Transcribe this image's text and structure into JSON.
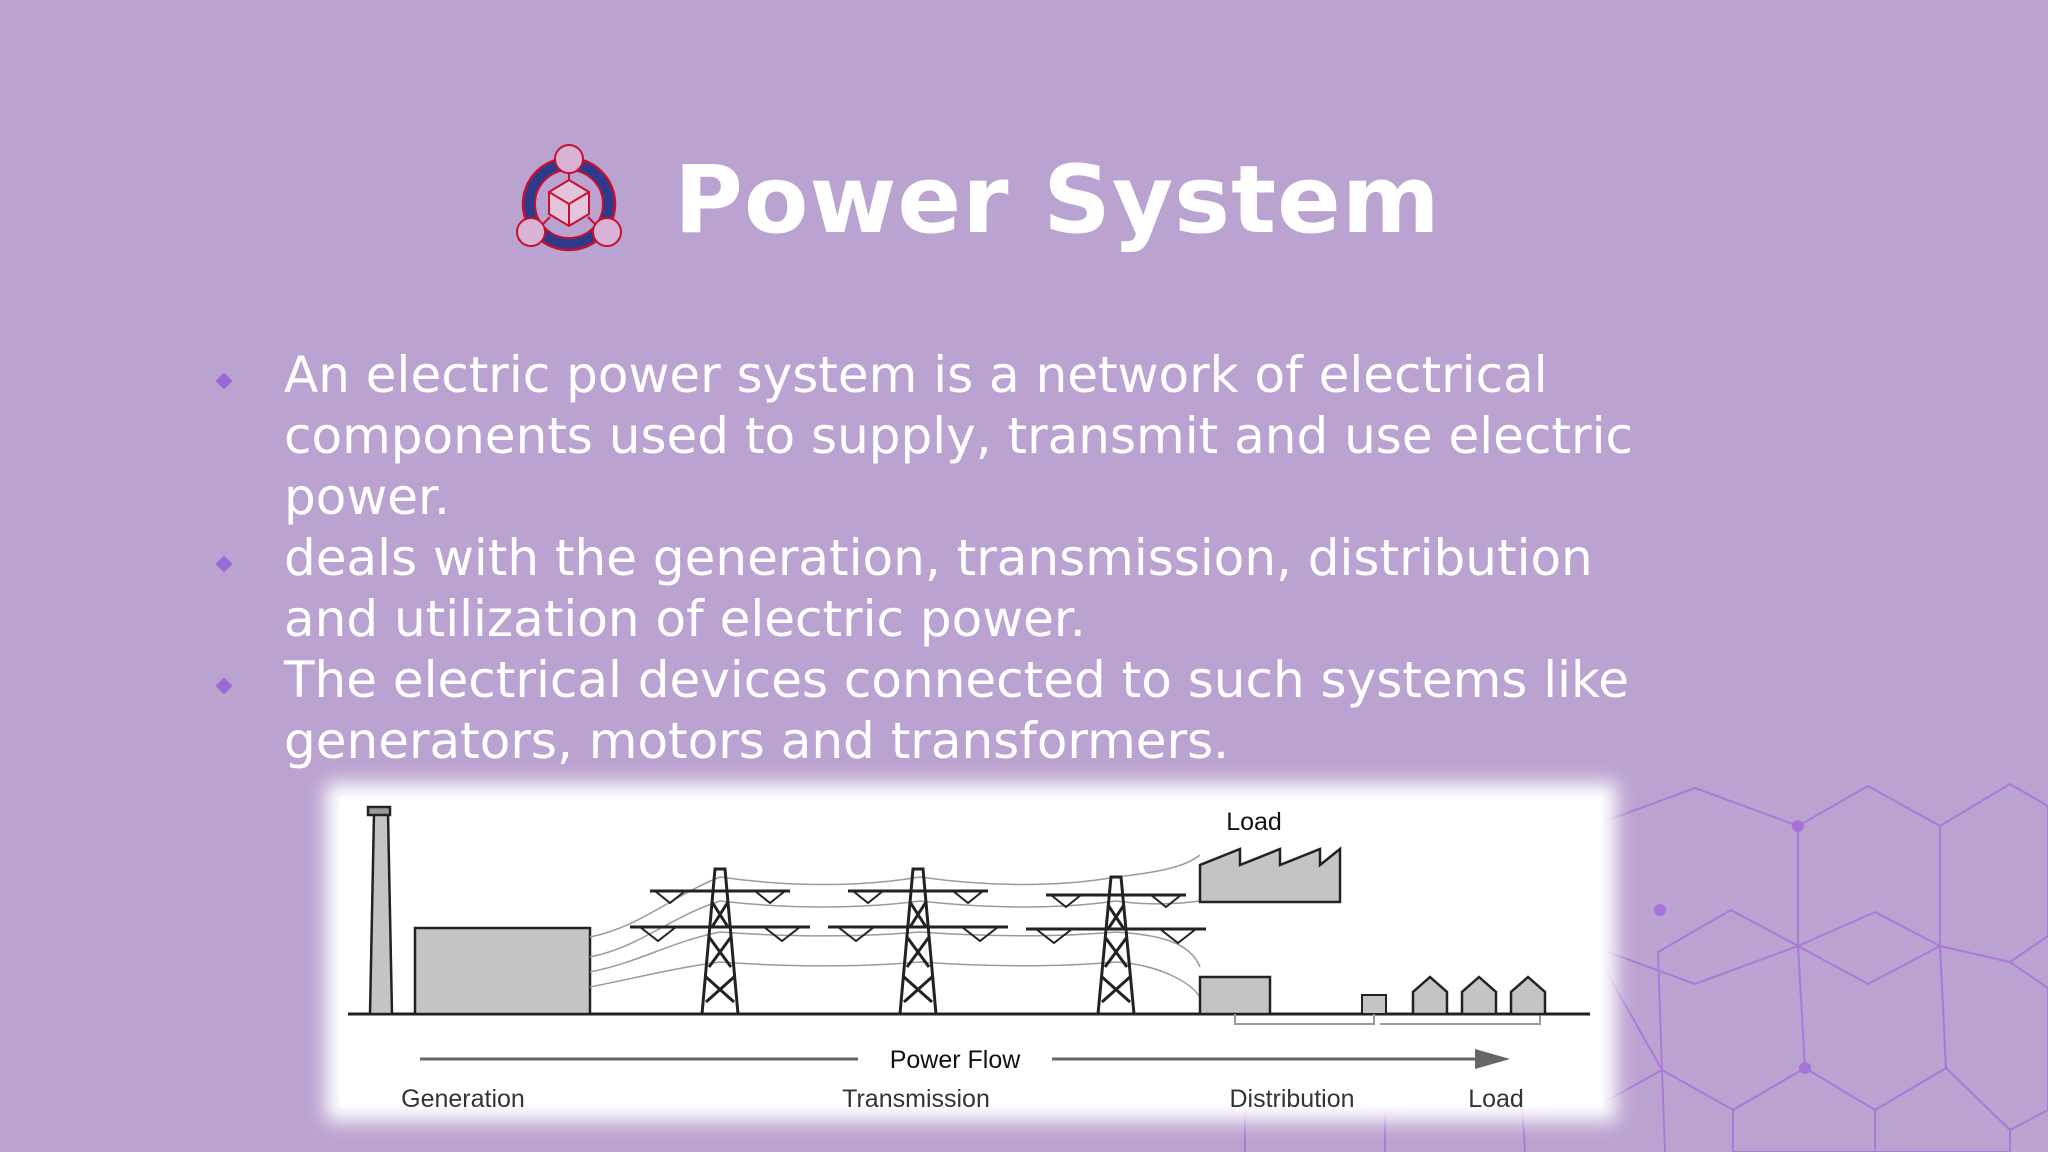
{
  "slide": {
    "title": "Power System",
    "bullets": [
      "An electric power system is a network of electrical components used to supply, transmit and use electric power.",
      "deals with the generation, transmission, distribution and utilization of electric power.",
      "The electrical devices connected to such systems like generators, motors and transformers."
    ]
  },
  "diagram": {
    "load_top_label": "Load",
    "power_flow_label": "Power Flow",
    "stage_labels": {
      "generation": "Generation",
      "transmission": "Transmission",
      "distribution": "Distribution",
      "load": "Load"
    }
  },
  "colors": {
    "background": "#bba3d1",
    "text": "#ffffff",
    "bullet": "#9a6bd6",
    "logo_ring": "#2e3a8c",
    "logo_outline": "#c8102e"
  },
  "icons": [
    "network-logo-icon",
    "bullet-diamond-icon"
  ]
}
